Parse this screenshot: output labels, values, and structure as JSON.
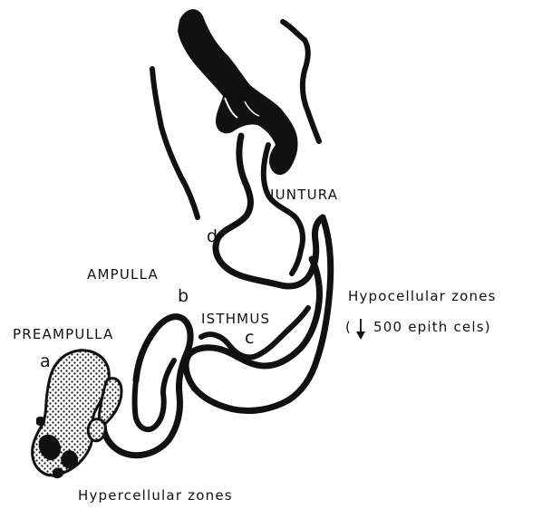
{
  "labels": {
    "juntura": "JUNTURA",
    "ampulla": "AMPULLA",
    "preampulla": "PREAMPULLA",
    "isthmus": "ISTHMUS",
    "hypocellular_title": "Hypocellular zones",
    "hypocellular_paren_open": "(",
    "hypocellular_note": "500 epith cels)",
    "hypercellular": "Hypercellular  zones"
  },
  "letters": {
    "a": "a",
    "b": "b",
    "c": "c",
    "d": "d"
  }
}
